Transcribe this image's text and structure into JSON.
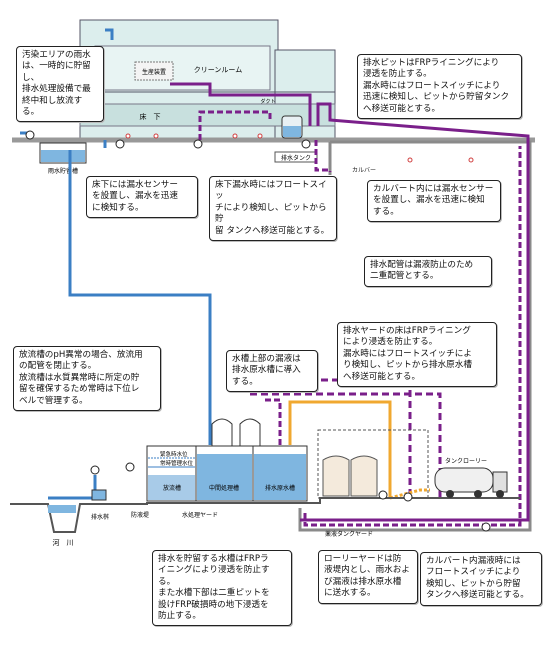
{
  "labels": {
    "clean_room": "クリーンルーム",
    "production_equipment": "生産装置",
    "floor_under": "床　下",
    "exhaust_duct": "ダクト",
    "rain_tank": "雨水貯留槽",
    "drain_tank": "排水タンク",
    "culvert": "カルバー",
    "emergency_level": "緊急時水位",
    "normal_level": "常時管理水位",
    "discharge_tank": "放流槽",
    "intermediate_tank": "中間処理槽",
    "raw_water_tank": "排水原水槽",
    "water_yard": "水処理ヤード",
    "dike": "防液堤",
    "outfall": "排水桝",
    "river": "河　川",
    "tank_lorry": "タンクローリー",
    "liquid_tank_yard": "薬液タンクヤード"
  },
  "callouts": {
    "rain": "汚染エリアの雨水\nは、一時的に貯留し、\n排水処理設備で最\n終中和し放流する。",
    "pit": "排水ピットはFRPライニングにより\n浸透を防止する。\n漏水時にはフロートスイッチにより\n迅速に検知し、ピットから貯留タンク\nへ移送可能とする。",
    "sensor": "床下には漏水センサー\nを設置し、漏水を迅速\nに検知する。",
    "floor_leak": "床下漏水時にはフロートスイッ\nチにより検知し、ピットから貯\n留 タンクへ移送可能とする。",
    "culvert_sensor": "カルバート内には漏水センサー\nを設置し、漏水を迅速に検知\nする。",
    "double_pipe": "排水配管は漏液防止のため\n二重配管とする。",
    "yard_floor": "排水ヤードの床はFRPライニング\nにより浸透を防止する。\n漏水時にはフロートスイッチによ\nり検知し、ピットから排水原水槽\nへ移送可能とする。",
    "discharge": "放流槽のpH異常の場合、放流用\nの配管を閉止する。\n放流槽は水質異常時に所定の貯\n留を確保するため常時は下位レ\nベルで管理する。",
    "top_leak": "水槽上部の漏液は\n排水原水槽に導入\nする。",
    "tank_lining": "排水を貯留する水槽はFRPラ\nイニングにより浸透を防止す\nる。\nまた水槽下部は二重ピットを\n設けFRP破損時の地下浸透を\n防止する。",
    "lorry_yard": "ローリーヤードは防\n液堤内とし、雨水およ\nび漏液は排水原水槽\nに送水する。",
    "culvert_leak": "カルバート内漏液時には\nフロートスイッチにより\n検知し、ピットから貯留\nタンクへ移送可能とする。"
  },
  "colors": {
    "rain_pipe": "#3b7fc4",
    "drain_pipe": "#7a1f8a",
    "yard_pipe": "#f0a830",
    "culvert": "#8a8a8a",
    "building": "#dceeed",
    "water": "#7fb6e0"
  }
}
